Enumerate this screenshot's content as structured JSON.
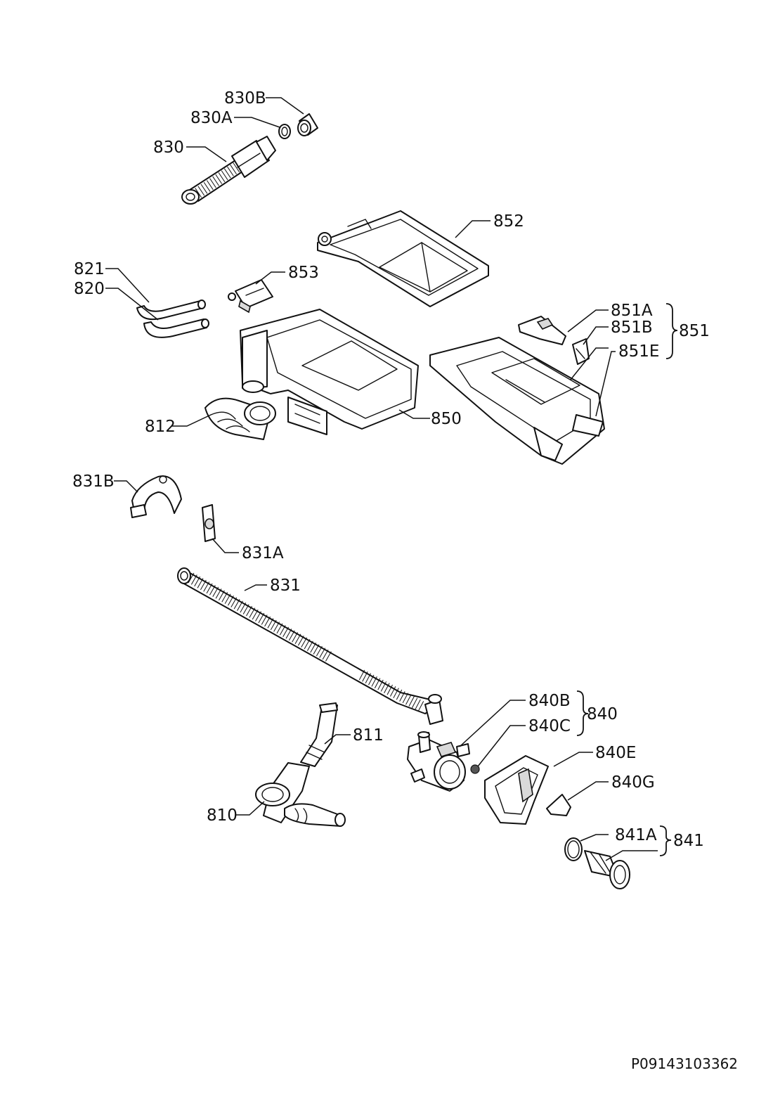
{
  "labels": {
    "l830B": "830B",
    "l830A": "830A",
    "l830": "830",
    "l852": "852",
    "l821": "821",
    "l820": "820",
    "l853": "853",
    "l851A": "851A",
    "l851B": "851B",
    "l851E": "851E",
    "l851": "851",
    "l812": "812",
    "l850": "850",
    "l831B": "831B",
    "l831A": "831A",
    "l831": "831",
    "l840B": "840B",
    "l840C": "840C",
    "l840": "840",
    "l811": "811",
    "l840E": "840E",
    "l840G": "840G",
    "l810": "810",
    "l841A": "841A",
    "l841": "841"
  },
  "drawing_code": "P09143103362"
}
